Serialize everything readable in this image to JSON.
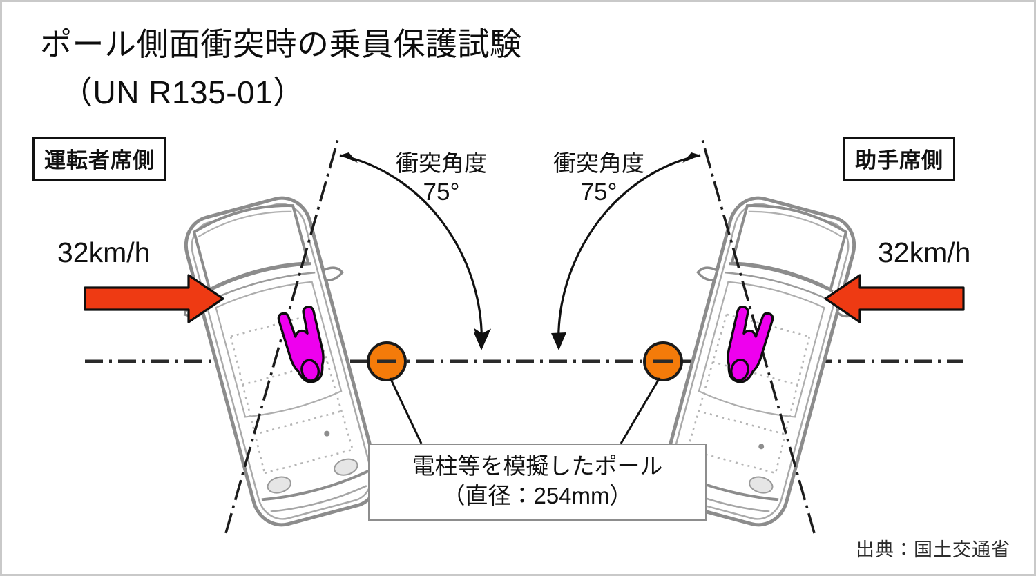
{
  "document": {
    "title_line1": "ポール側面衝突時の乗員保護試験",
    "title_line2": "（UN R135-01）",
    "source": "出典：国土交通省"
  },
  "labels": {
    "driver_side": "運転者席側",
    "passenger_side": "助手席側"
  },
  "speeds": {
    "left": "32km/h",
    "right": "32km/h"
  },
  "angles": {
    "left_text": "衝突角度",
    "left_value": "75°",
    "right_text": "衝突角度",
    "right_value": "75°"
  },
  "pole_callout": {
    "line1": "電柱等を模擬したポール",
    "line2": "（直径：254mm）"
  },
  "colors": {
    "arrow_red": "#EE3A13",
    "pole_orange": "#F47B0A",
    "dummy_magenta": "#EE00EE",
    "vehicle_gray": "#8a8a8a",
    "line_black": "#1a1a1a",
    "frame_gray": "#c9c9c9"
  },
  "icons": {
    "speed_arrow_left": "arrow-right-icon",
    "speed_arrow_right": "arrow-left-icon",
    "pole_left": "pole-circle-icon",
    "pole_right": "pole-circle-icon",
    "dummy_left": "crash-dummy-icon",
    "dummy_right": "crash-dummy-icon",
    "angle_arc_left": "curved-double-arrow-icon",
    "angle_arc_right": "curved-double-arrow-icon"
  }
}
